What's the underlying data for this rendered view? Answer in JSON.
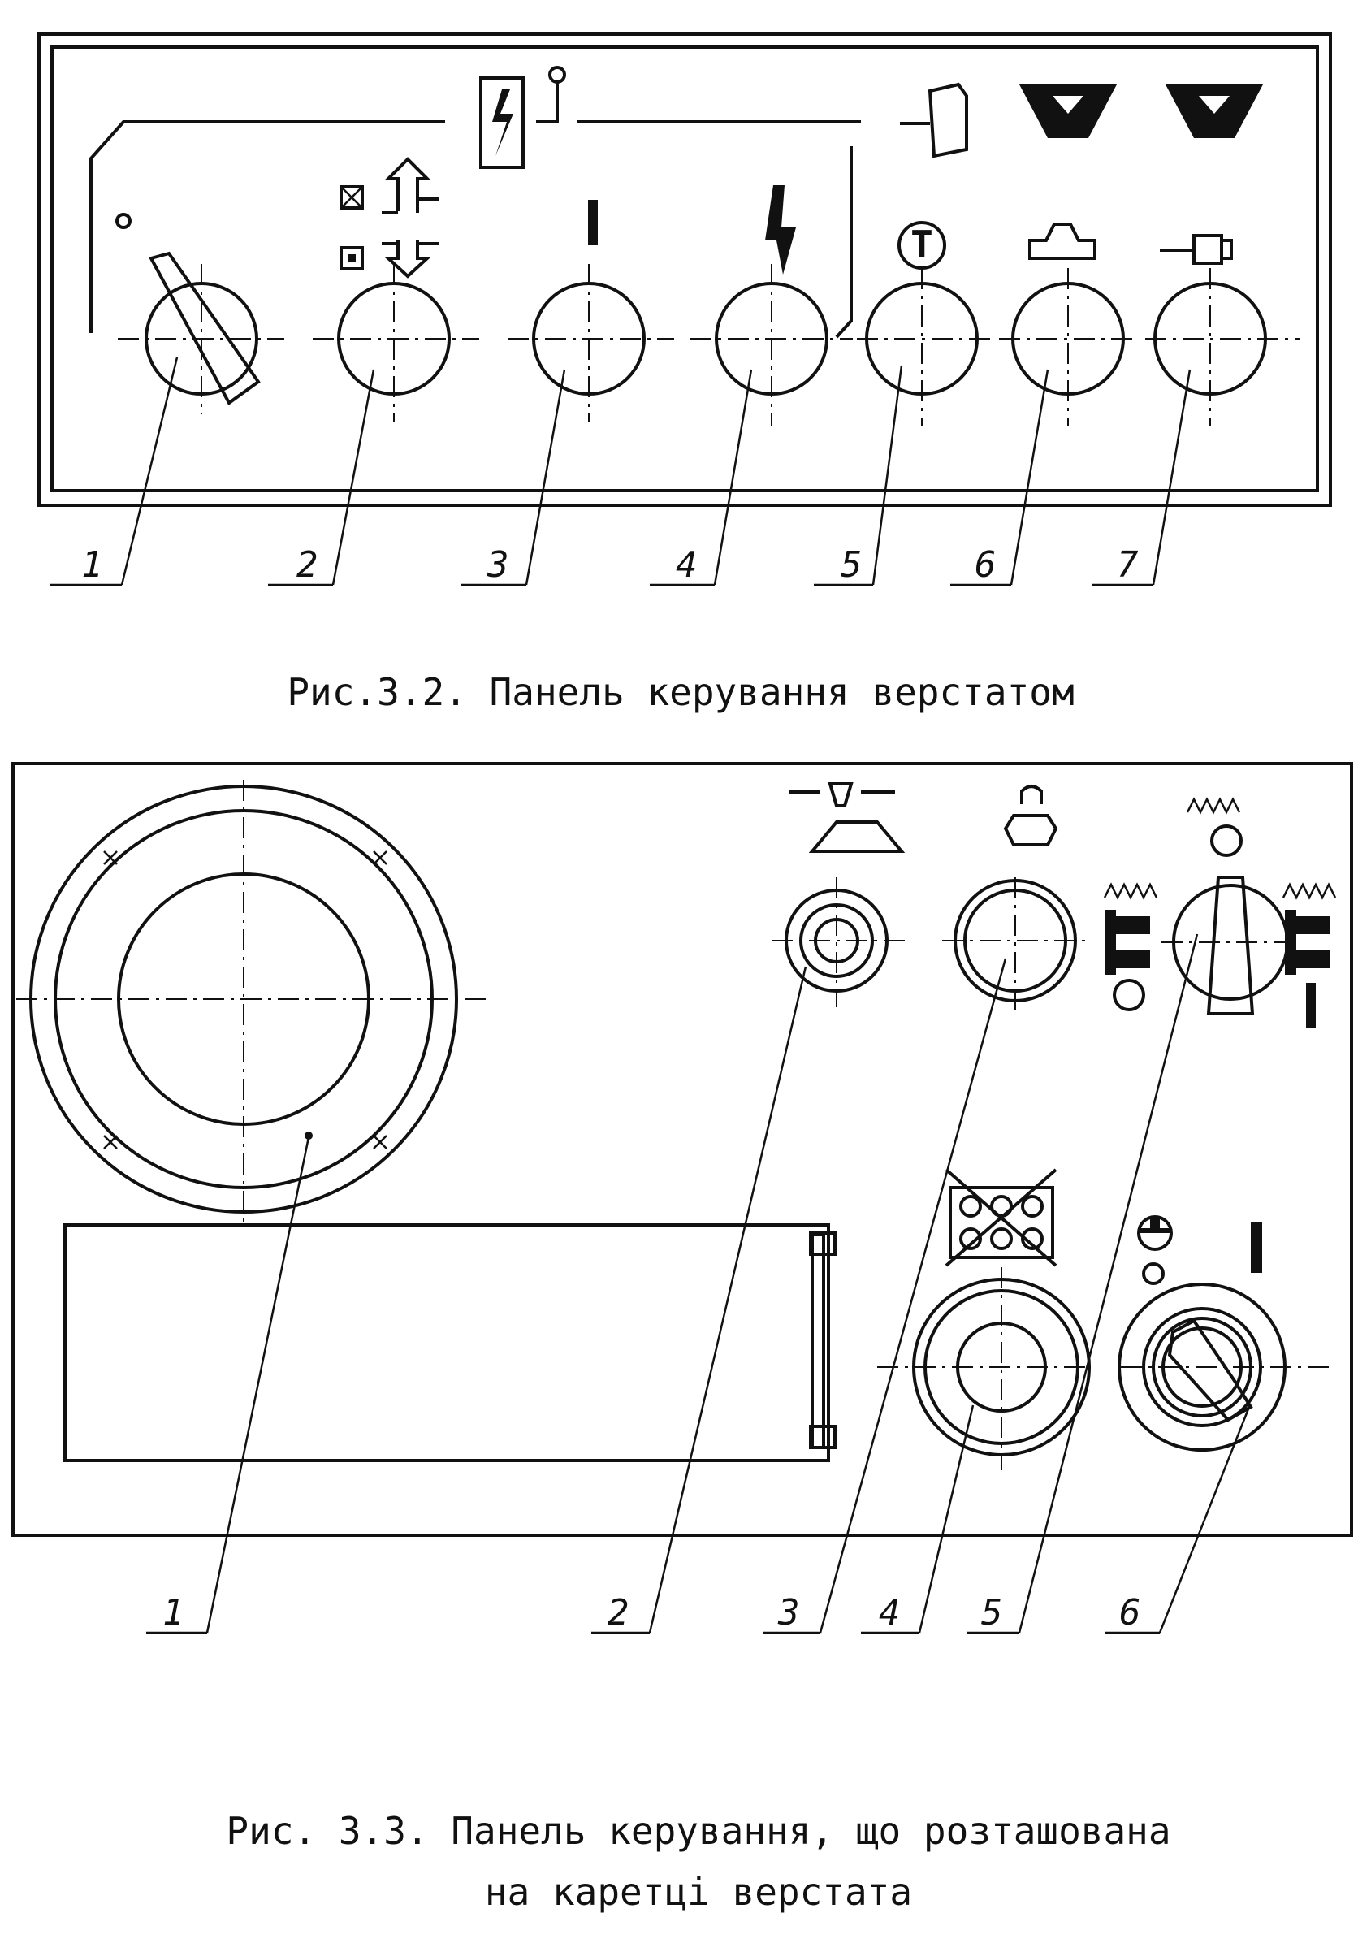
{
  "figure1": {
    "caption": "Рис.3.2. Панель керування верстатом",
    "labels": [
      "1",
      "2",
      "3",
      "4",
      "5",
      "6",
      "7"
    ],
    "symbols": [
      "rotary-switch-icon",
      "up-down-arrows-icon",
      "on-mark-icon",
      "lightning-icon",
      "t-circle-icon",
      "clamp-icon",
      "spindle-icon",
      "v-block-icon",
      "v-block-icon",
      "lightning-box-icon"
    ],
    "t_symbol": "T"
  },
  "figure2": {
    "caption_line1": "Рис. 3.3. Панель керування, що розташована",
    "caption_line2": "на каретці верстата",
    "labels": [
      "1",
      "2",
      "3",
      "4",
      "5",
      "6"
    ],
    "symbols": [
      "handwheel-icon",
      "cone-icon",
      "chuck-icon",
      "coolant-switch-icon",
      "emergency-stop-icon",
      "key-switch-icon",
      "display-screen-icon"
    ]
  }
}
